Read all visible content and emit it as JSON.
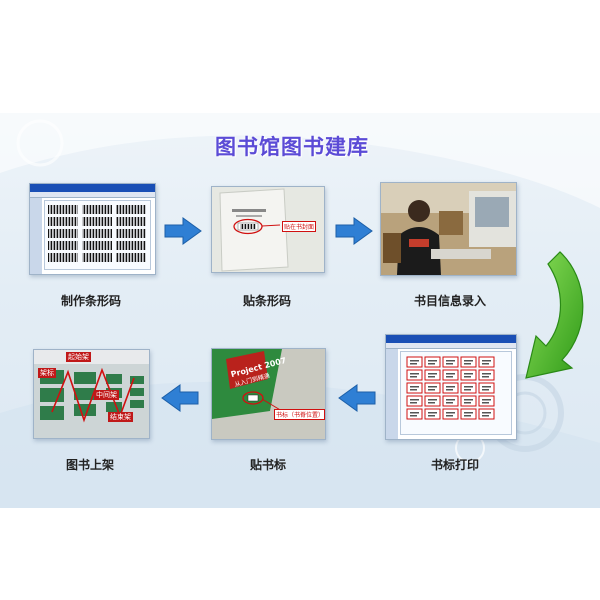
{
  "title": "图书馆图书建库",
  "steps": [
    {
      "label": "制作条形码",
      "icon": "barcode-software-screenshot"
    },
    {
      "label": "贴条形码",
      "icon": "barcode-on-book-photo"
    },
    {
      "label": "书目信息录入",
      "icon": "data-entry-photo"
    },
    {
      "label": "书标打印",
      "icon": "label-print-software-screenshot"
    },
    {
      "label": "贴书标",
      "icon": "book-label-photo"
    },
    {
      "label": "图书上架",
      "icon": "bookshelf-photo"
    }
  ],
  "photo_tags": {
    "barcode": "贴在书封面",
    "book_title": "Project 2007",
    "book_sub": "从入门到精通",
    "spine_label": "书标（书脊位置）",
    "shelf_1": "起始架",
    "shelf_2": "架标",
    "shelf_3": "中间架",
    "shelf_4": "结束架"
  },
  "colors": {
    "title": "#5b4bd6",
    "arrow_blue": "#2f7fd4",
    "arrow_green": "#3cb524",
    "panel_bg": "#e3edf5"
  }
}
